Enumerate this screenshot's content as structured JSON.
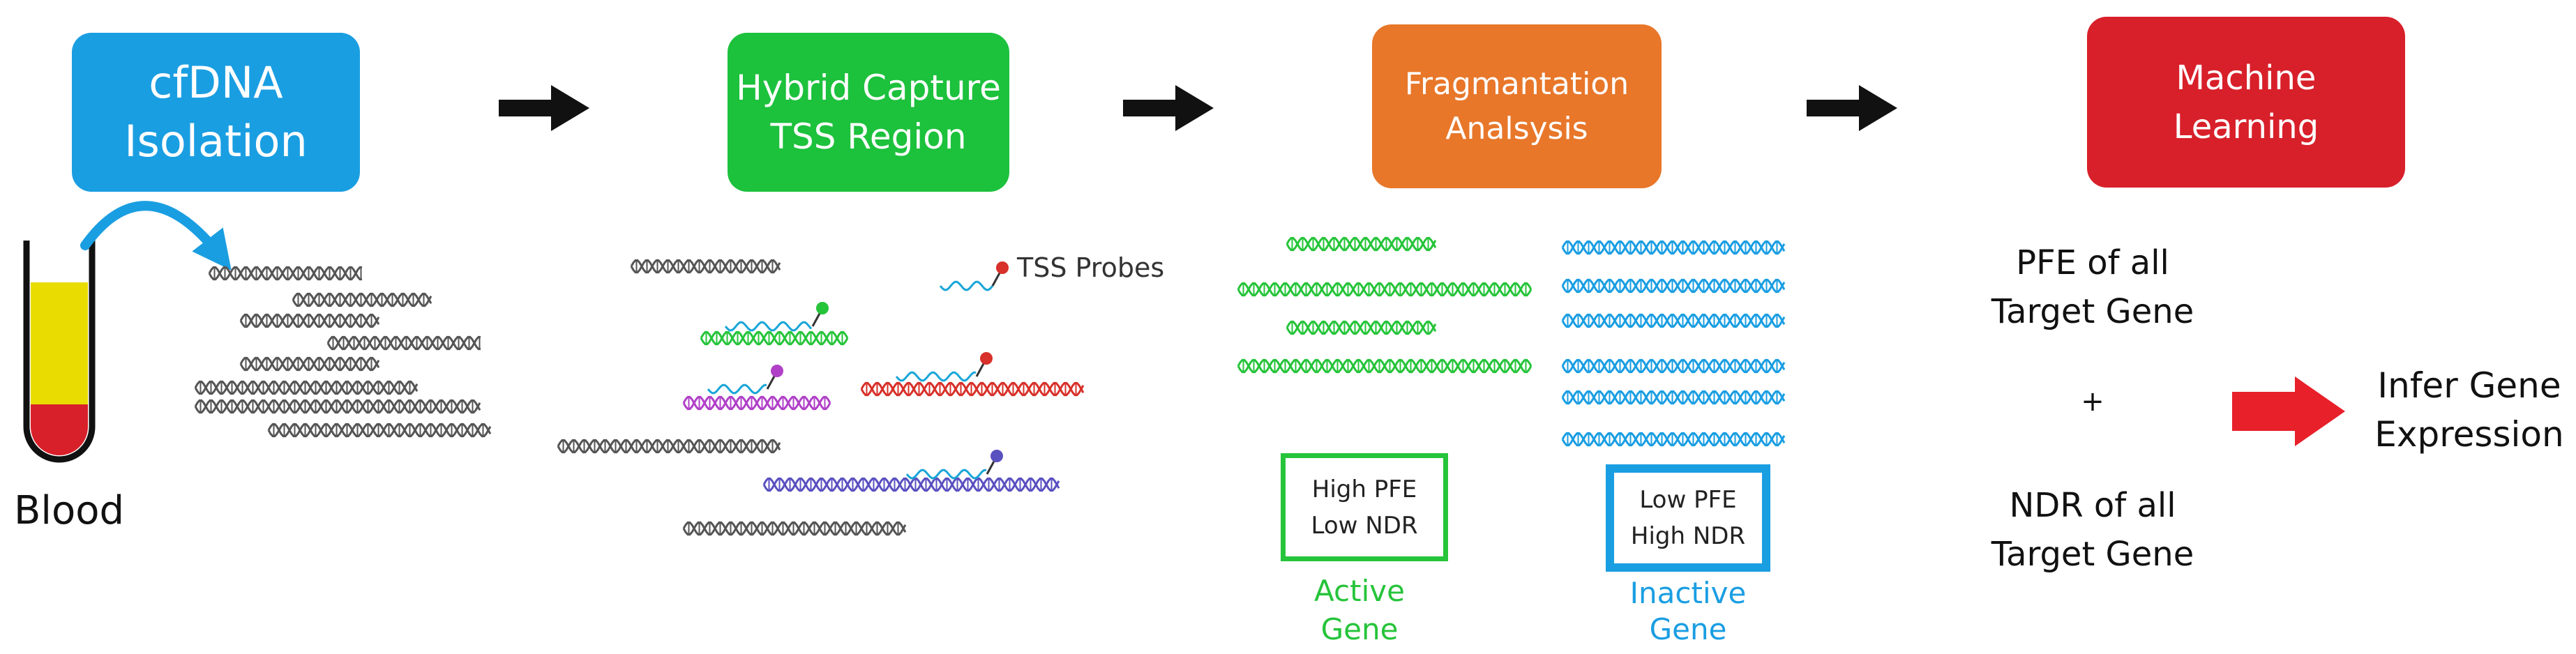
{
  "steps": [
    {
      "label": "cfDNA\nIsolation",
      "color": "#1a9ee2"
    },
    {
      "label": "Hybrid Capture\nTSS Region",
      "color": "#1cc13c"
    },
    {
      "label": "Fragmantation\nAnalsysis",
      "color": "#e8772a"
    },
    {
      "label": "Machine\nLearning",
      "color": "#d8202a"
    }
  ],
  "blood_label": "Blood",
  "probe_label": "TSS Probes",
  "active_box": "High PFE\nLow NDR",
  "inactive_box": "Low PFE\nHigh NDR",
  "active_label": "Active\nGene",
  "inactive_label": "Inactive\nGene",
  "pfe_label": "PFE of all\nTarget Gene",
  "plus": "+",
  "ndr_label": "NDR of all\nTarget Gene",
  "output_label": "Infer Gene\nExpression",
  "colors": {
    "active": "#26c43a",
    "inactive": "#1a9ee2",
    "dna_gray": "#555555",
    "probe_cyan": "#1aa6d8",
    "purple": "#b040c8",
    "red": "#d8302a",
    "violet": "#5a50c0",
    "output_arrow": "#e8202a",
    "tube_yellow": "#e8dc00",
    "tube_red": "#d8202a"
  }
}
